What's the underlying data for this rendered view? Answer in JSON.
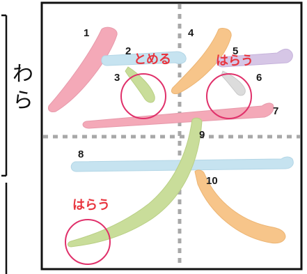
{
  "kanji": "笑",
  "reading": [
    "わ",
    "ら"
  ],
  "stroke_numbers": [
    "1",
    "2",
    "3",
    "4",
    "5",
    "6",
    "7",
    "8",
    "9",
    "10"
  ],
  "annotations": {
    "tomeru": "とめる",
    "harau_top": "はらう",
    "harau_bottom": "はらう"
  },
  "colors": {
    "pink_stroke": "#f4a9b8",
    "blue_stroke": "#c6e3f0",
    "green_stroke": "#c9dd9a",
    "orange_stroke": "#f7c58a",
    "purple_stroke": "#d6c6e6",
    "gray_stroke": "#dcdcdc",
    "circle_red": "#e0306a",
    "label_red": "#e8343e",
    "guide_gray": "#a8a8a8",
    "frame_black": "#111111"
  }
}
